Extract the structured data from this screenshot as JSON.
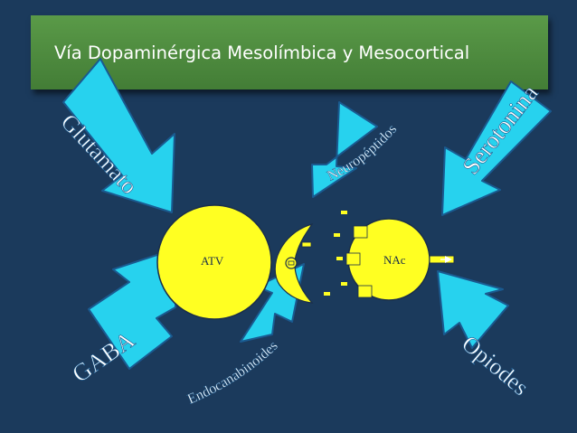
{
  "title": "Vía Dopaminérgica Mesolímbica y Mesocortical",
  "nodes": {
    "atv": "ATV",
    "nac": "NAc"
  },
  "inputs": {
    "glutamato": "Glutamato",
    "neuropeptidos": "Neuropéptidos",
    "serotonina": "Serotonina",
    "gaba": "GABA",
    "endocanabinoides": "Endocanabinoides",
    "opiodes": "Opiodes"
  },
  "colors": {
    "background": "#1b3a5c",
    "title_bar": "#4a8a3d",
    "arrow_fill": "#27d2ee",
    "arrow_stroke": "#1a5a90",
    "label_text": "#ffffff",
    "neuron_fill": "#ffff22",
    "neuron_stroke": "#1a2e4a"
  }
}
